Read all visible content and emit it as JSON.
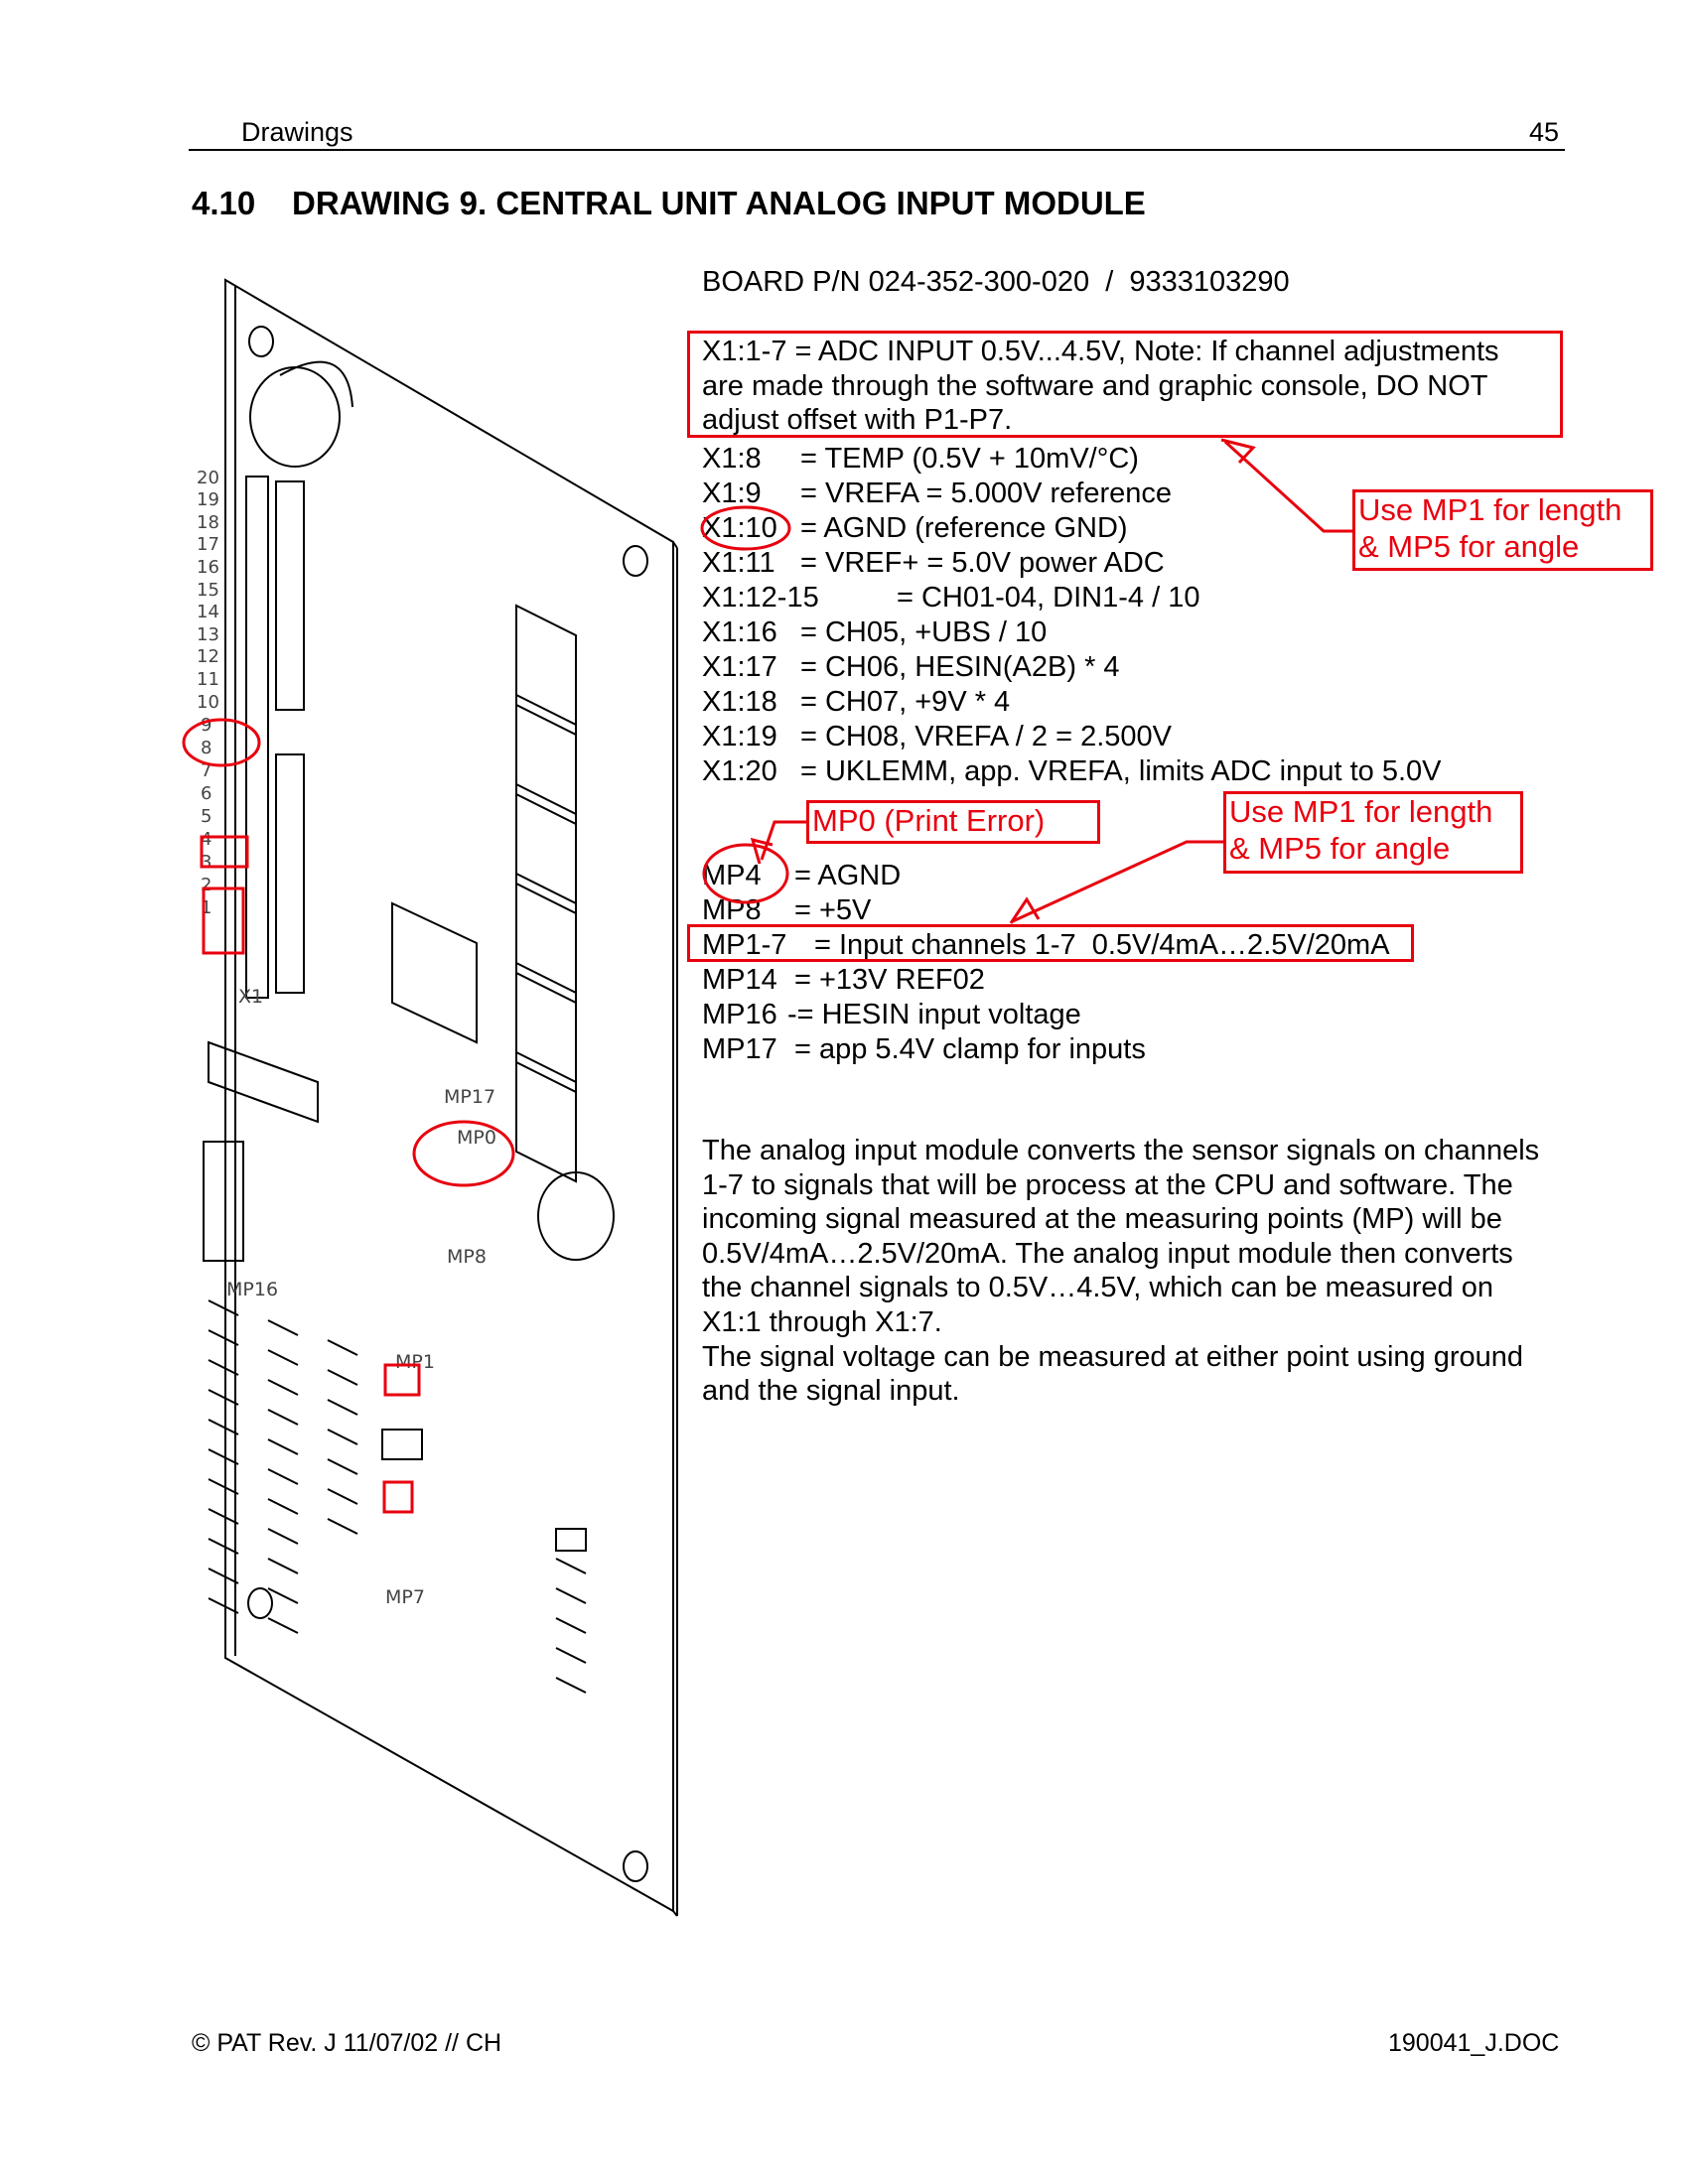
{
  "header": {
    "section": "Drawings",
    "page_number": "45"
  },
  "section": {
    "number": "4.10",
    "title": "DRAWING 9. CENTRAL UNIT ANALOG INPUT MODULE"
  },
  "board_pn": "BOARD P/N 024-352-300-020  /  9333103290",
  "x1_note": {
    "line1": "X1:1-7 = ADC INPUT 0.5V...4.5V, Note: If channel adjustments",
    "line2": "are made through the software and graphic console, DO NOT",
    "line3": "adjust offset with P1-P7."
  },
  "x1_pins": [
    {
      "pin": "X1:8",
      "desc": "= TEMP (0.5V + 10mV/°C)"
    },
    {
      "pin": "X1:9",
      "desc": "= VREFA = 5.000V reference"
    },
    {
      "pin": "X1:10",
      "desc": "= AGND (reference GND)"
    },
    {
      "pin": "X1:11",
      "desc": "= VREF+ = 5.0V power ADC"
    },
    {
      "pin": "X1:12-15",
      "desc": "= CH01-04, DIN1-4 / 10"
    },
    {
      "pin": "X1:16",
      "desc": "= CH05, +UBS / 10"
    },
    {
      "pin": "X1:17",
      "desc": "= CH06, HESIN(A2B) * 4"
    },
    {
      "pin": "X1:18",
      "desc": "= CH07, +9V * 4"
    },
    {
      "pin": "X1:19",
      "desc": "= CH08, VREFA / 2 = 2.500V"
    },
    {
      "pin": "X1:20",
      "desc": "= UKLEMM, app. VREFA, limits ADC input to 5.0V"
    }
  ],
  "mp_points": [
    {
      "pin": "MP4",
      "desc": "= AGND"
    },
    {
      "pin": "MP8",
      "desc": "= +5V"
    },
    {
      "pin": "MP1-7",
      "desc": "= Input channels 1-7  0.5V/4mA…2.5V/20mA"
    },
    {
      "pin": "MP14",
      "desc": "= +13V REF02"
    },
    {
      "pin": "MP16",
      "desc": "-= HESIN input voltage"
    },
    {
      "pin": "MP17",
      "desc": "= app 5.4V clamp for inputs"
    }
  ],
  "annotations": {
    "use_mp_top": {
      "line1": "Use MP1 for length",
      "line2": "& MP5 for angle"
    },
    "use_mp_mid": {
      "line1": "Use MP1 for length",
      "line2": "& MP5 for angle"
    },
    "mp0_label": "MP0 (Print Error)"
  },
  "description": [
    "The analog input module converts the sensor signals on channels 1-7 to signals that will be process at the CPU and software. The incoming signal measured at the measuring points (MP) will be 0.5V/4mA…2.5V/20mA. The analog input module then converts the channel signals to 0.5V…4.5V, which can be measured on X1:1 through X1:7.",
    "The signal voltage can be measured at either point using ground and the signal input."
  ],
  "drawing_labels": {
    "x1": "X1",
    "mp17": "MP17",
    "mp0": "MP0",
    "mp8": "MP8",
    "mp16": "MP16",
    "mp1": "MP1",
    "mp7": "MP7",
    "pin_numbers": [
      "20",
      "19",
      "18",
      "17",
      "16",
      "15",
      "14",
      "13",
      "12",
      "11",
      "10",
      "9",
      "8",
      "7",
      "6",
      "5",
      "4",
      "3",
      "2",
      "1"
    ]
  },
  "footer": {
    "left": "© PAT Rev. J  11/07/02 // CH",
    "right": "190041_J.DOC"
  },
  "colors": {
    "annotation_red": "#e8000e"
  }
}
